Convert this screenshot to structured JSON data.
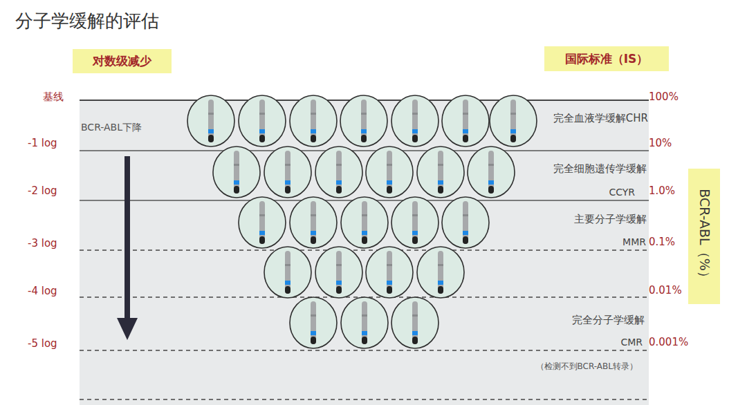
{
  "diagram": {
    "title": "分子学缓解的评估",
    "nodes": [
      {
        "text": [
          "对数级减少"
        ]
      },
      {
        "text": [
          "国际标准（IS）"
        ]
      },
      {
        "text": [
          "BCR-ABL（%）"
        ]
      }
    ],
    "labels": [
      "基线",
      "100%",
      "BCR-ABL下降",
      "完全血液学缓解CHR",
      "-1 log",
      "10%",
      "完全细胞遗传学缓解",
      "CCYR",
      "-2 log",
      "1.0%",
      "主要分子学缓解",
      "MMR",
      "-3 log",
      "0.1%",
      "-4 log",
      "0.01%",
      "完全分子学缓解",
      "CMR",
      "-5 log",
      "0.001%",
      "（检测不到BCR-ABL转录）"
    ]
  }
}
